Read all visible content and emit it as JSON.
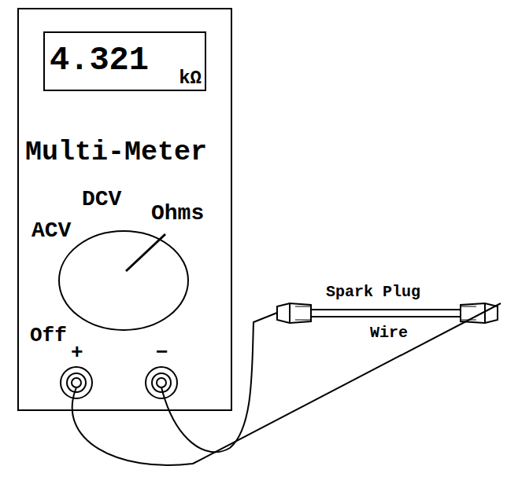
{
  "diagram": {
    "nodes": [
      {
        "text": [
          "Multi-Meter",
          "ACV",
          "DCV",
          "Ohms",
          "Off",
          "+",
          "−"
        ]
      },
      {
        "text": [
          "4.321",
          "kΩ"
        ],
        "in": 0
      }
    ],
    "labels": [
      "Spark Plug",
      "Wire"
    ]
  }
}
